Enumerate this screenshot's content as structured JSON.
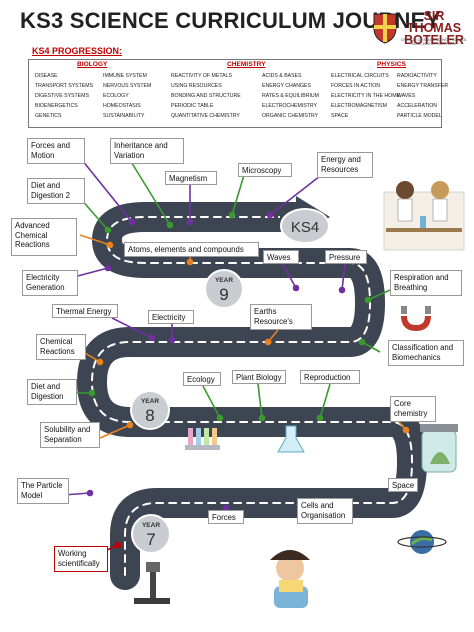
{
  "title": "KS3 SCIENCE CURRICULUM JOURNEY",
  "school": {
    "name_line1": "SIR THOMAS",
    "name_line2": "BOTELER",
    "subtitle": "CHURCH OF ENGLAND HIGH SCHOOL",
    "motto": "ENRICHED BY OUR FAITH"
  },
  "ks4_progression": {
    "label": "KS4 PROGRESSION:",
    "biology": {
      "title": "BIOLOGY",
      "col1": [
        "DISEASE",
        "TRANSPORT SYSTEMS",
        "DIGESTIVE SYSTEMS",
        "BIOENERGETICS",
        "GENETICS"
      ],
      "col2": [
        "IMMUNE SYSTEM",
        "NERVOUS SYSTEM",
        "ECOLOGY",
        "HOMEOSTASIS",
        "SUSTAINABILITY"
      ]
    },
    "chemistry": {
      "title": "CHEMISTRY",
      "col1": [
        "REACTIVITY OF METALS",
        "USING RESOURCES",
        "BONDING AND STRUCTURE",
        "PERIODIC TABLE",
        "QUANTITATIVE CHEMISTRY"
      ],
      "col2": [
        "ACIDS & BASES",
        "ENERGY CHANGES",
        "RATES & EQUILIBRIUM",
        "ELECTROCHEMISTRY",
        "ORGANIC CHEMISTRY"
      ]
    },
    "physics": {
      "title": "PHYSICS",
      "col1": [
        "ELECTRICAL CIRCUITS",
        "FORCES IN ACTION",
        "ELECTRICITY IN THE HOME",
        "ELECTROMAGNETISM",
        "SPACE"
      ],
      "col2": [
        "RADIOACTIVITY",
        "ENERGY TRANSFER",
        "WAVES",
        "ACCELERATION",
        "PARTICLE MODEL"
      ]
    }
  },
  "road": {
    "ks4": "KS4",
    "year_word": "YEAR",
    "year9": "9",
    "year8": "8",
    "year7": "7"
  },
  "topics": {
    "forces_motion": "Forces and Motion",
    "inheritance": "Inheritance and Variation",
    "magnetism": "Magnetism",
    "microscopy": "Microscopy",
    "energy_resources": "Energy and Resources",
    "diet_digestion2": "Diet and Digestion 2",
    "advanced_chem": "Advanced Chemical Reactions",
    "atoms": "Atoms, elements and compounds",
    "waves": "Waves",
    "pressure": "Pressure",
    "electricity_gen": "Electricity Generation",
    "respiration": "Respiration and Breathing",
    "thermal": "Thermal Energy",
    "electricity": "Electricity",
    "earths": "Earths Resource's",
    "chemical_reactions": "Chemical Reactions",
    "classification": "Classification and Biomechanics",
    "diet_digestion": "Diet and Digestion",
    "ecology": "Ecology",
    "plant_biology": "Plant Biology",
    "reproduction": "Reproduction",
    "core_chem": "Core chemistry",
    "solubility": "Solubility and Separation",
    "space": "Space",
    "particle_model": "The Particle Model",
    "forces": "Forces",
    "cells": "Cells and Organisation",
    "working_sci": "Working scientifically"
  },
  "colors": {
    "road": "#3d4552",
    "road_dash": "#ffffff",
    "year_circle": "#c9ccd1",
    "physics_line": "#7030a0",
    "biology_line": "#3a9a2e",
    "chemistry_line": "#e8821e",
    "title_red": "#c00000"
  }
}
